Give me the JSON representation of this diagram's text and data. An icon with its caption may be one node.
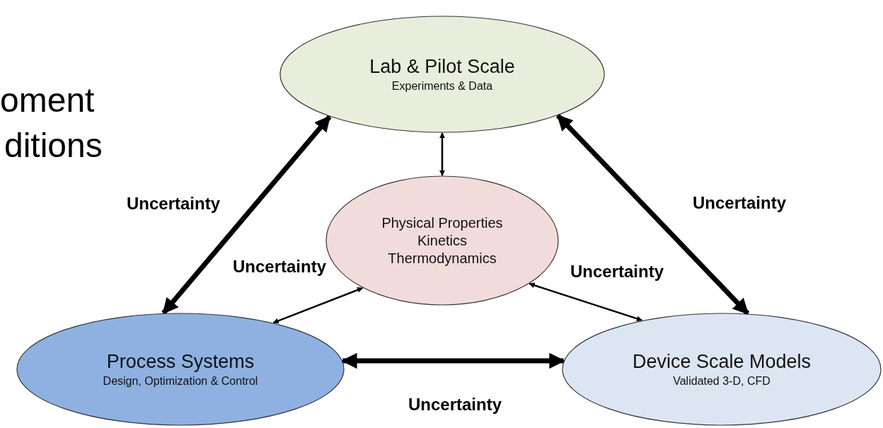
{
  "diagram": {
    "nodes": [
      {
        "text": [
          "Lab & Pilot Scale",
          "Experiments & Data"
        ]
      },
      {
        "text": [
          "Physical Properties",
          "Kinetics",
          "Thermodynamics"
        ]
      },
      {
        "text": [
          "Process Systems",
          "Design, Optimization & Control"
        ]
      },
      {
        "text": [
          "Device Scale Models",
          "Validated 3-D, CFD"
        ]
      }
    ],
    "edges": [
      {
        "from": 0,
        "to": 2,
        "arrow": "both",
        "style": "thick",
        "label": "Uncertainty"
      },
      {
        "from": 0,
        "to": 3,
        "arrow": "both",
        "style": "thick",
        "label": "Uncertainty"
      },
      {
        "from": 2,
        "to": 3,
        "arrow": "both",
        "style": "thick",
        "label": "Uncertainty"
      },
      {
        "from": 0,
        "to": 1,
        "arrow": "both"
      },
      {
        "from": 2,
        "to": 1,
        "arrow": "both",
        "label": "Uncertainty"
      },
      {
        "from": 1,
        "to": 3,
        "arrow": "both",
        "label": "Uncertainty"
      }
    ],
    "labels": [
      "oment",
      "ditions"
    ]
  }
}
